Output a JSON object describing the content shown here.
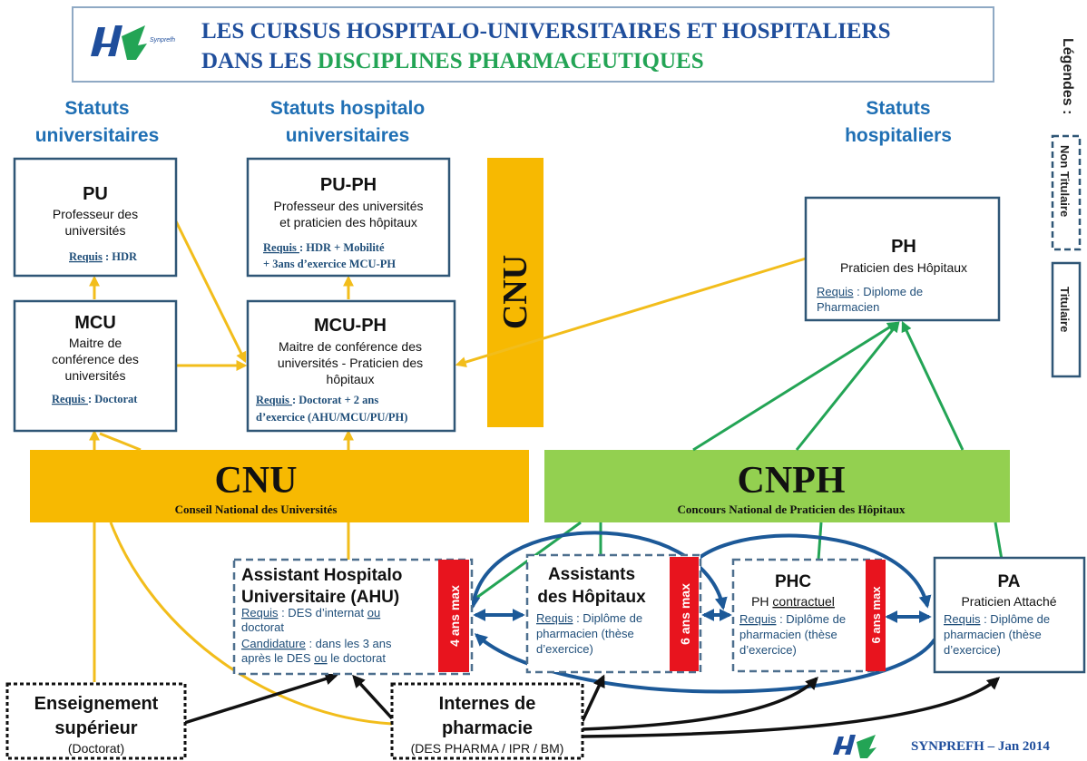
{
  "title": {
    "line1": "LES CURSUS HOSPITALO-UNIVERSITAIRES ET HOSPITALIERS",
    "line2_prefix": "DANS LES ",
    "line2_highlight": "DISCIPLINES PHARMACEUTIQUES",
    "logo_text": "Synprefh",
    "colors": {
      "main": "#1f4e9c",
      "highlight": "#23a455"
    }
  },
  "headers": {
    "universitaires": [
      "Statuts",
      "universitaires"
    ],
    "hospitalo": [
      "Statuts hospitalo",
      "universitaires"
    ],
    "hospitaliers": [
      "Statuts",
      "hospitaliers"
    ]
  },
  "legend": {
    "label": "Légendes :",
    "non_titulaire": "Non Titulaire",
    "titulaire": "Titulaire"
  },
  "nodes": {
    "pu": {
      "title": "PU",
      "desc": [
        "Professeur des",
        "universités"
      ],
      "req_label": "Requis",
      "req_rest": " : HDR"
    },
    "mcu": {
      "title": "MCU",
      "desc": [
        "Maitre de",
        "conférence des",
        "universités"
      ],
      "req_label": "Requis ",
      "req_rest": ": Doctorat"
    },
    "puph": {
      "title": "PU-PH",
      "desc": [
        "Professeur des universités",
        "et praticien des hôpitaux"
      ],
      "req_label": "Requis ",
      "req_rest": ": HDR  + Mobilité",
      "req_line2": "+ 3ans d’exercice  MCU-PH"
    },
    "mcuph": {
      "title": "MCU-PH",
      "desc": [
        "Maitre de conférence des",
        "universités  - Praticien des",
        "hôpitaux"
      ],
      "req_label": "Requis ",
      "req_rest": ": Doctorat  + 2 ans",
      "req_line2": "d’exercice (AHU/MCU/PU/PH)"
    },
    "ph": {
      "title": "PH",
      "desc": "Praticien des Hôpitaux",
      "req_label": "Requis",
      "req_rest": " :  Diplome de",
      "req_line2": "Pharmacien"
    },
    "ahu": {
      "title": [
        "Assistant Hospitalo",
        "Universitaire (AHU)"
      ],
      "req_label": "Requis",
      "req_rest": " : DES d’internat ",
      "req_or": "ou",
      "req_line2": "doctorat",
      "cand_label": "Candidature",
      "cand_rest": " : dans les 3 ans",
      "cand_line2_a": "après le DES ",
      "cand_or": "ou",
      "cand_line2_b": " le doctorat",
      "badge": "4 ans max"
    },
    "ah": {
      "title": [
        "Assistants",
        "des Hôpitaux"
      ],
      "req_label": "Requis",
      "req_rest": " : Diplôme de",
      "req_line2": "pharmacien (thèse",
      "req_line3": "d’exercice)",
      "badge": "6 ans max"
    },
    "phc": {
      "title": "PHC",
      "sub_a": "PH ",
      "sub_b": "contractuel",
      "req_label": "Requis",
      "req_rest": " : Diplôme de",
      "req_line2": "pharmacien (thèse",
      "req_line3": "d’exercice)",
      "badge": "6 ans max"
    },
    "pa": {
      "title": "PA",
      "sub": "Praticien Attaché",
      "req_label": "Requis",
      "req_rest": " : Diplôme de",
      "req_line2": "pharmacien (thèse",
      "req_line3": "d’exercice)"
    },
    "enseignement": {
      "title": [
        "Enseignement",
        "supérieur"
      ],
      "sub": "(Doctorat)"
    },
    "internes": {
      "title": [
        "Internes de",
        "pharmacie"
      ],
      "sub": "(DES PHARMA  / IPR / BM)"
    }
  },
  "bars": {
    "cnu_vertical": "CNU",
    "cnu": {
      "title": "CNU",
      "sub": "Conseil National des Universités"
    },
    "cnph": {
      "title": "CNPH",
      "sub": "Concours National de Praticien des Hôpitaux"
    }
  },
  "colors": {
    "cnu": "#f7b901",
    "cnph": "#93d050",
    "badge": "#e8141e",
    "blue_arrow": "#1c5998",
    "green_arrow": "#23a455",
    "yellow_arrow": "#f2bd1b"
  },
  "footer": {
    "text": "SYNPREFH – Jan 2014"
  }
}
